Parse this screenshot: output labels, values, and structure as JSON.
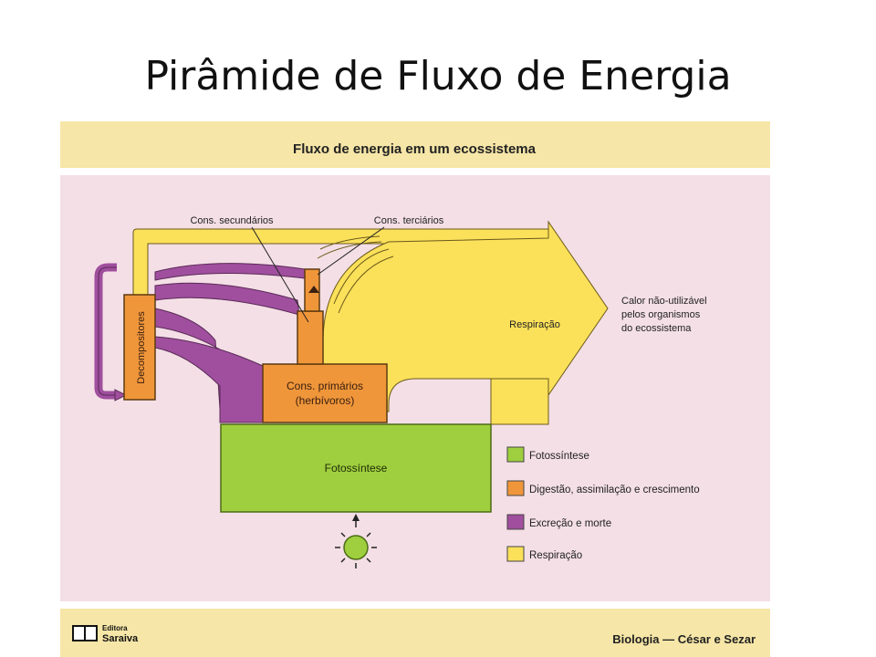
{
  "slide": {
    "title": "Pirâmide de Fluxo de Energia"
  },
  "figure": {
    "title": "Fluxo de energia em um ecossistema",
    "labels": {
      "cons_secundarios": "Cons. secundários",
      "cons_terciarios": "Cons. terciários",
      "decompositores": "Decompositores",
      "cons_primarios_line1": "Cons. primários",
      "cons_primarios_line2": "(herbívoros)",
      "fotossintese": "Fotossíntese",
      "respiracao": "Respiração",
      "calor_line1": "Calor não-utilizável",
      "calor_line2": "pelos organismos",
      "calor_line3": "do ecossistema"
    },
    "legend": [
      {
        "label": "Fotossíntese",
        "color": "#9fcf3e"
      },
      {
        "label": "Digestão, assimilação e crescimento",
        "color": "#f0963a"
      },
      {
        "label": "Excreção e morte",
        "color": "#a04f9e"
      },
      {
        "label": "Respiração",
        "color": "#fbe05a"
      }
    ],
    "footer": {
      "publisher_line1": "Editora",
      "publisher_line2": "Saraiva",
      "credit": "Biologia — César e Sezar"
    }
  }
}
